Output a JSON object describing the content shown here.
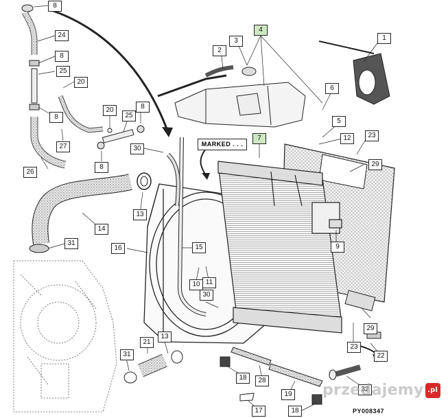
{
  "callouts": [
    {
      "id": "c8a",
      "text": "8"
    },
    {
      "id": "c24",
      "text": "24"
    },
    {
      "id": "c8b",
      "text": "8"
    },
    {
      "id": "c25a",
      "text": "25"
    },
    {
      "id": "c20a",
      "text": "20"
    },
    {
      "id": "c8c",
      "text": "8"
    },
    {
      "id": "c20b",
      "text": "20"
    },
    {
      "id": "c25b",
      "text": "25"
    },
    {
      "id": "c8d",
      "text": "8"
    },
    {
      "id": "c27",
      "text": "27"
    },
    {
      "id": "c8e",
      "text": "8"
    },
    {
      "id": "c26",
      "text": "26"
    },
    {
      "id": "c30a",
      "text": "30"
    },
    {
      "id": "c2",
      "text": "2"
    },
    {
      "id": "c3",
      "text": "3"
    },
    {
      "id": "c4",
      "text": "4"
    },
    {
      "id": "c1",
      "text": "1"
    },
    {
      "id": "c6",
      "text": "6"
    },
    {
      "id": "c5",
      "text": "5"
    },
    {
      "id": "c12",
      "text": "12"
    },
    {
      "id": "c23",
      "text": "23"
    },
    {
      "id": "c7",
      "text": "7"
    },
    {
      "id": "c29a",
      "text": "29"
    },
    {
      "id": "c14",
      "text": "14"
    },
    {
      "id": "c13a",
      "text": "13"
    },
    {
      "id": "c31a",
      "text": "31"
    },
    {
      "id": "c16",
      "text": "16"
    },
    {
      "id": "c15",
      "text": "15"
    },
    {
      "id": "c9",
      "text": "9"
    },
    {
      "id": "c10",
      "text": "10"
    },
    {
      "id": "c11",
      "text": "11"
    },
    {
      "id": "c30b",
      "text": "30"
    },
    {
      "id": "c29b",
      "text": "29"
    },
    {
      "id": "c23b",
      "text": "23"
    },
    {
      "id": "c22",
      "text": "22"
    },
    {
      "id": "c21",
      "text": "21"
    },
    {
      "id": "c13b",
      "text": "13"
    },
    {
      "id": "c31b",
      "text": "31"
    },
    {
      "id": "c18a",
      "text": "18"
    },
    {
      "id": "c28",
      "text": "28"
    },
    {
      "id": "c19",
      "text": "19"
    },
    {
      "id": "c32",
      "text": "32"
    },
    {
      "id": "c17",
      "text": "17"
    },
    {
      "id": "c18b",
      "text": "18"
    }
  ],
  "marked_label": "MARKED . . .",
  "doc_ref": "PY008347",
  "watermark": {
    "text": "przedajemy",
    "badge": ".pl"
  },
  "colors": {
    "line": "#222222",
    "hose_fill": "#bdbdbd",
    "callout_green": "#cfe8c4",
    "watermark_badge": "#d82828"
  }
}
